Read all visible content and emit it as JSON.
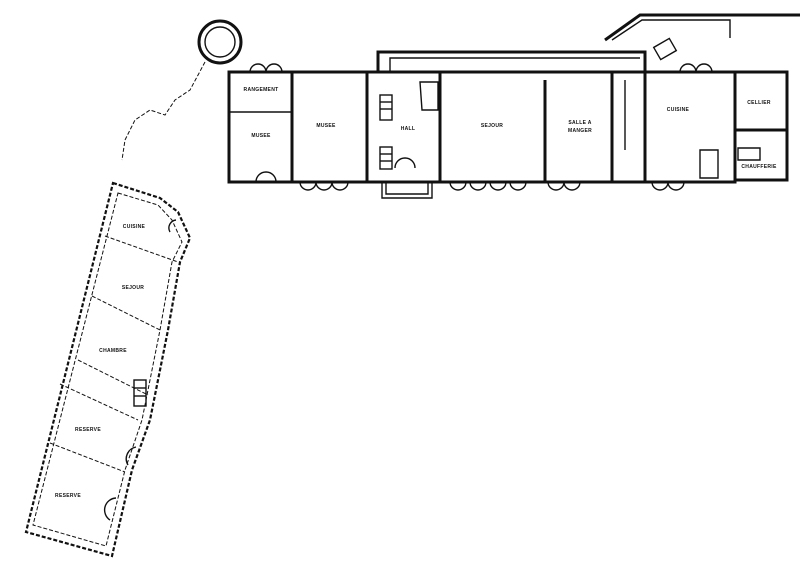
{
  "title": "Floor plan",
  "main_building": {
    "rooms": [
      {
        "id": "rangement",
        "label": "RANGEMENT"
      },
      {
        "id": "musee1",
        "label": "MUSEE"
      },
      {
        "id": "musee2",
        "label": "MUSEE"
      },
      {
        "id": "hall",
        "label": "HALL"
      },
      {
        "id": "sejour",
        "label": "SEJOUR"
      },
      {
        "id": "salle1",
        "label": "SALLE A"
      },
      {
        "id": "salle2",
        "label": "MANGER"
      },
      {
        "id": "cuisine",
        "label": "CUISINE"
      },
      {
        "id": "cellier",
        "label": "CELLIER"
      },
      {
        "id": "chaufferie",
        "label": "CHAUFFERIE"
      }
    ]
  },
  "wing": {
    "rooms": [
      {
        "id": "cuisine",
        "label": "CUISINE"
      },
      {
        "id": "sejour",
        "label": "SEJOUR"
      },
      {
        "id": "chambre",
        "label": "CHAMBRE"
      },
      {
        "id": "reserve1",
        "label": "RESERVE"
      },
      {
        "id": "reserve2",
        "label": "RESERVE"
      }
    ]
  }
}
